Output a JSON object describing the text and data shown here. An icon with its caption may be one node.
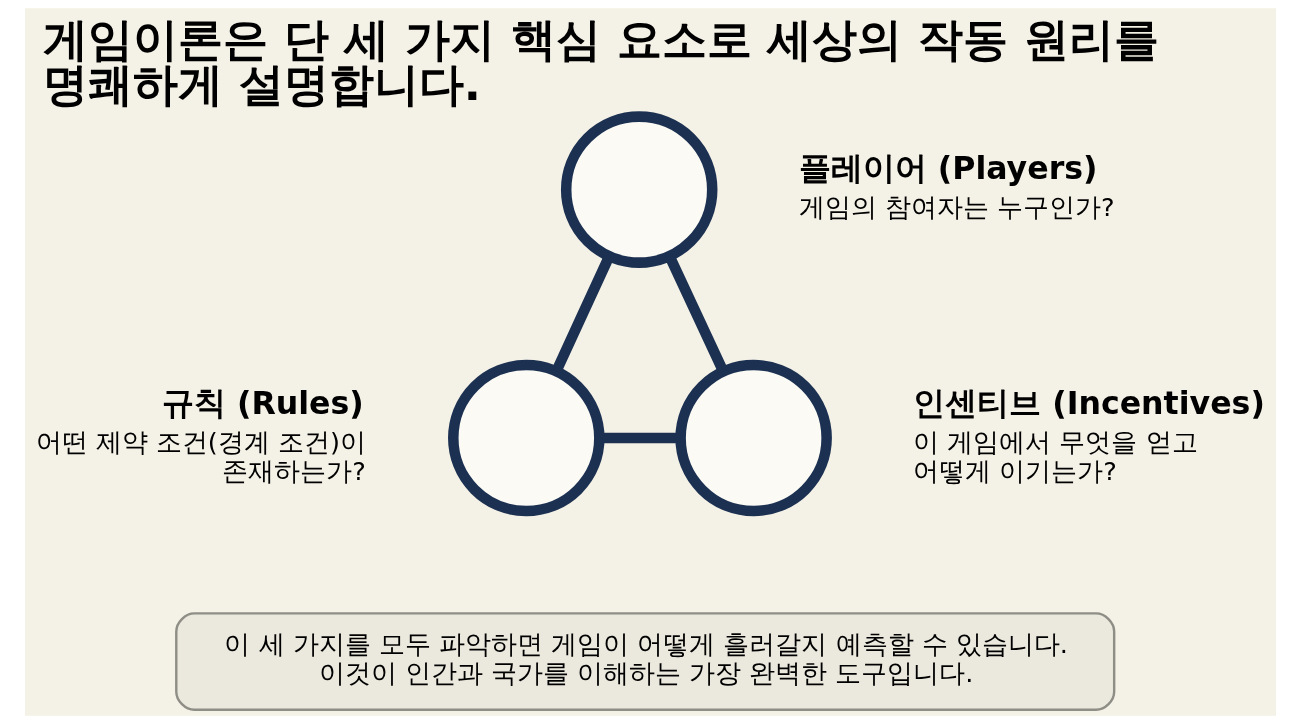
{
  "diagram": {
    "title": "게임이론은 단 세 가지 핵심 요소로 세상의 작동 원리를 명쾌하게 설명합니다.",
    "nodes": [
      {
        "text": [],
        "shape": "circle",
        "beside": [
          "플레이어 (Players)",
          "게임의 참여자는 누구인가?"
        ]
      },
      {
        "text": [],
        "shape": "circle",
        "beside": [
          "규칙 (Rules)",
          "어떤 제약 조건(경계 조건)이 존재하는가?"
        ]
      },
      {
        "text": [],
        "shape": "circle",
        "beside": [
          "인센티브 (Incentives)",
          "이 게임에서 무엇을 얻고 어떻게 이기는가?"
        ]
      },
      {
        "text": [
          "이 세 가지를 모두 파악하면 게임이 어떻게 흘러갈지 예측할 수 있습니다. 이것이 인간과 국가를 이해하는 가장 완벽한 도구입니다."
        ]
      }
    ],
    "edges": [
      {
        "from": 0,
        "to": 1,
        "arrow": "none"
      },
      {
        "from": 0,
        "to": 2,
        "arrow": "none"
      },
      {
        "from": 1,
        "to": 2,
        "arrow": "none"
      }
    ]
  }
}
